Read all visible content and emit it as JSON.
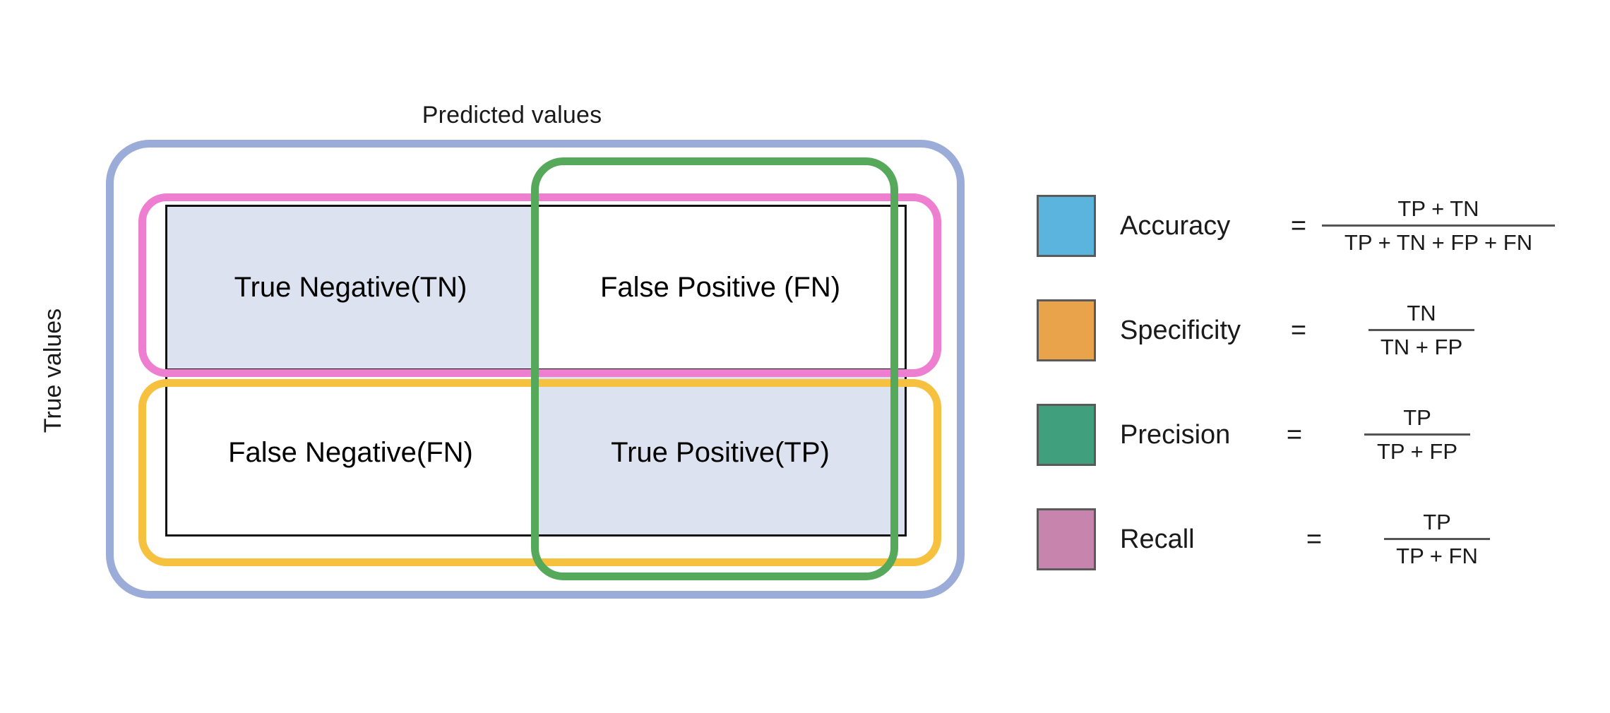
{
  "axes": {
    "x_label": "Predicted values",
    "y_label": "True values"
  },
  "matrix": {
    "cells": [
      {
        "label": "True Negative(TN)",
        "position": "top-left",
        "highlighted": true
      },
      {
        "label": "False Positive (FN)",
        "position": "top-right",
        "highlighted": false
      },
      {
        "label": "False Negative(FN)",
        "position": "bottom-left",
        "highlighted": false
      },
      {
        "label": "True Positive(TP)",
        "position": "bottom-right",
        "highlighted": true
      }
    ],
    "fill_color": "#dde2f0",
    "border_color": "#111111"
  },
  "outlines": {
    "accuracy_color": "#9bacd8",
    "specificity_color": "#f5c13e",
    "recall_color": "#ee7fd0",
    "precision_color": "#56a85b"
  },
  "legend": {
    "items": [
      {
        "name": "Accuracy",
        "swatch_color": "#5bb4de",
        "equals": "=",
        "numerator": "TP + TN",
        "denominator": "TP + TN + FP + FN"
      },
      {
        "name": "Specificity",
        "swatch_color": "#e9a44b",
        "equals": "=",
        "numerator": "TN",
        "denominator": "TN + FP"
      },
      {
        "name": "Precision",
        "swatch_color": "#409f7d",
        "equals": "=",
        "numerator": "TP",
        "denominator": "TP + FP"
      },
      {
        "name": "Recall",
        "swatch_color": "#c785ae",
        "equals": "=",
        "numerator": "TP",
        "denominator": "TP + FN"
      }
    ]
  }
}
